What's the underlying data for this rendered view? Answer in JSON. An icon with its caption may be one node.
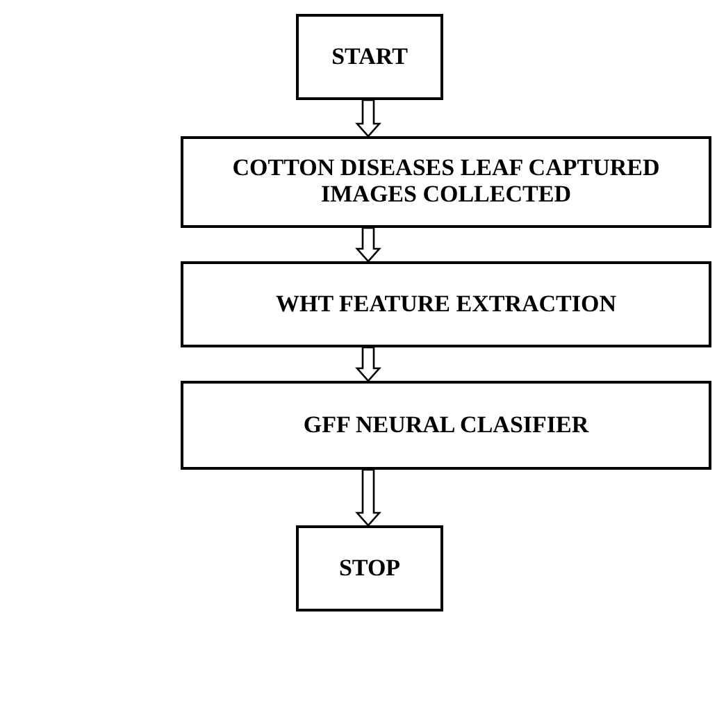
{
  "diagram": {
    "nodes": [
      {
        "text": [
          "START"
        ]
      },
      {
        "text": [
          "COTTON DISEASES LEAF CAPTURED IMAGES COLLECTED"
        ]
      },
      {
        "text": [
          "WHT FEATURE EXTRACTION"
        ]
      },
      {
        "text": [
          "GFF NEURAL CLASIFIER"
        ]
      },
      {
        "text": [
          "STOP"
        ]
      }
    ],
    "edges": [
      {
        "from": 0,
        "to": 1,
        "arrow": "to"
      },
      {
        "from": 1,
        "to": 2,
        "arrow": "to"
      },
      {
        "from": 2,
        "to": 3,
        "arrow": "to"
      },
      {
        "from": 3,
        "to": 4,
        "arrow": "to"
      }
    ]
  }
}
